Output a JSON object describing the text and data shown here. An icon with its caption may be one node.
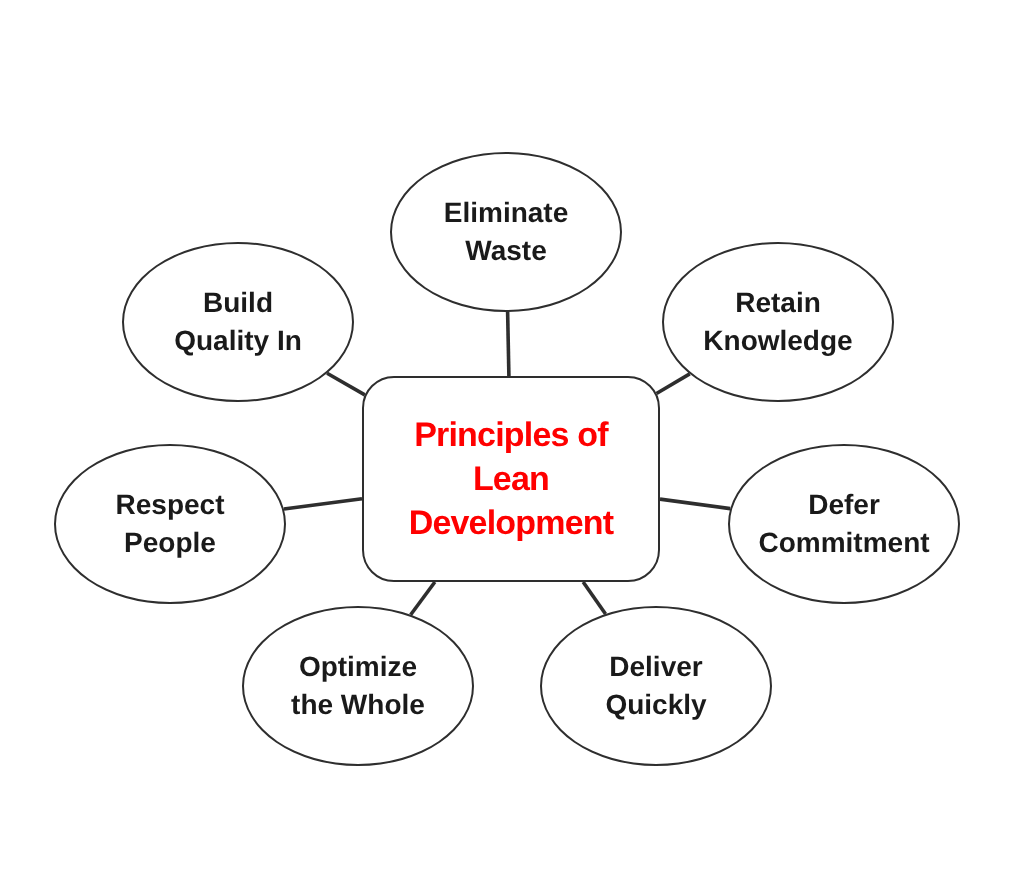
{
  "diagram": {
    "nodes": [
      {
        "text": [
          "Principles of Lean Development"
        ]
      },
      {
        "text": [
          "Eliminate Waste"
        ]
      },
      {
        "text": [
          "Retain Knowledge"
        ]
      },
      {
        "text": [
          "Defer Commitment"
        ]
      },
      {
        "text": [
          "Deliver Quickly"
        ]
      },
      {
        "text": [
          "Optimize the Whole"
        ]
      },
      {
        "text": [
          "Respect People"
        ]
      },
      {
        "text": [
          "Build Quality In"
        ]
      }
    ],
    "edges": [
      {
        "from": 0,
        "to": 1,
        "arrow": "none"
      },
      {
        "from": 0,
        "to": 2,
        "arrow": "none"
      },
      {
        "from": 0,
        "to": 3,
        "arrow": "none"
      },
      {
        "from": 0,
        "to": 4,
        "arrow": "none"
      },
      {
        "from": 0,
        "to": 5,
        "arrow": "none"
      },
      {
        "from": 0,
        "to": 6,
        "arrow": "none"
      },
      {
        "from": 0,
        "to": 7,
        "arrow": "none"
      }
    ]
  }
}
